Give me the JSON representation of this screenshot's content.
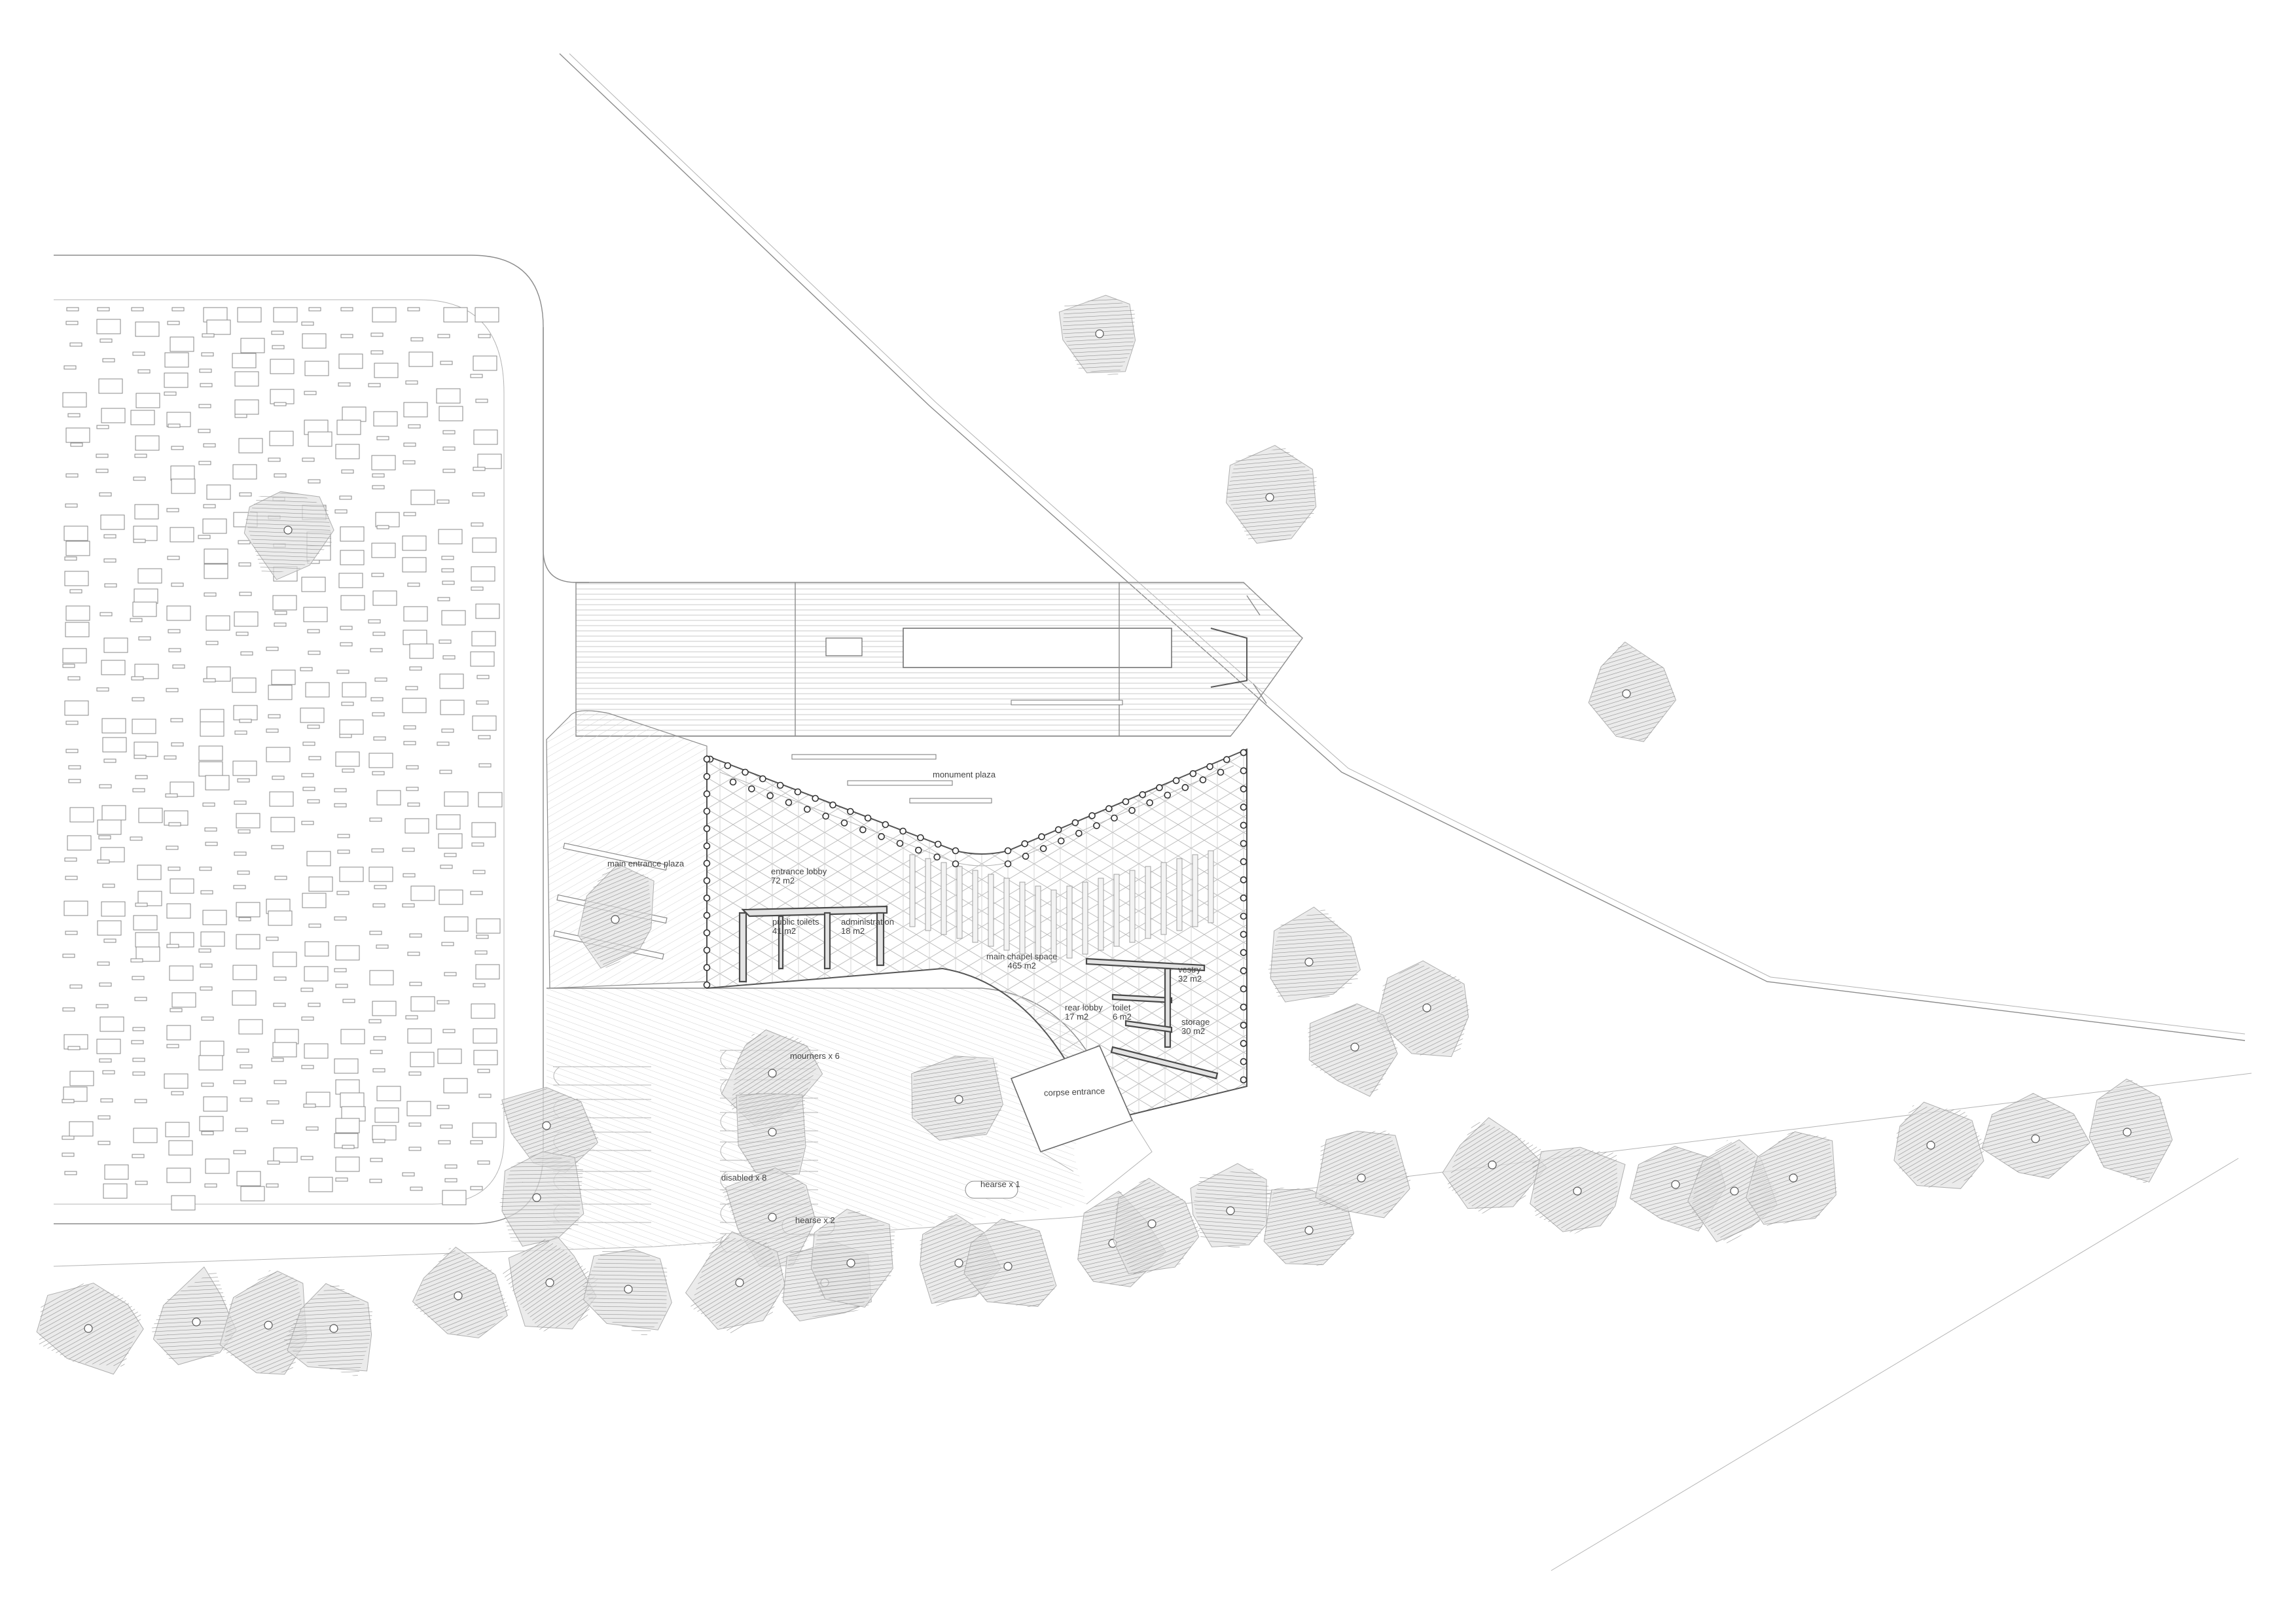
{
  "labels": {
    "monument_plaza": "monument plaza",
    "main_entrance_plaza": "main entrance plaza",
    "entrance_lobby": {
      "name": "entrance lobby",
      "area": "72 m2"
    },
    "public_toilets": {
      "name": "public toilets",
      "area": "41 m2"
    },
    "administration": {
      "name": "administration",
      "area": "18 m2"
    },
    "main_chapel_space": {
      "name": "main chapel space",
      "area": "465 m2"
    },
    "vestry": {
      "name": "vestry",
      "area": "32 m2"
    },
    "rear_lobby": {
      "name": "rear lobby",
      "area": "17 m2"
    },
    "toilet": {
      "name": "toilet",
      "area": "6 m2"
    },
    "storage": {
      "name": "storage",
      "area": "30 m2"
    },
    "corpse_entrance": "corpse entrance",
    "mourners": "mourners x 6",
    "disabled": "disabled x 8",
    "hearse_1": "hearse x 1",
    "hearse_2": "hearse x 2"
  },
  "colors": {
    "line": "#8c8c8c",
    "wall": "#4a4a4a",
    "tree_fill": "#cfcfcf",
    "tree_hatch": "#9a9a9a"
  },
  "icons": {
    "tree": "tree-symbol",
    "column": "column-dot"
  }
}
